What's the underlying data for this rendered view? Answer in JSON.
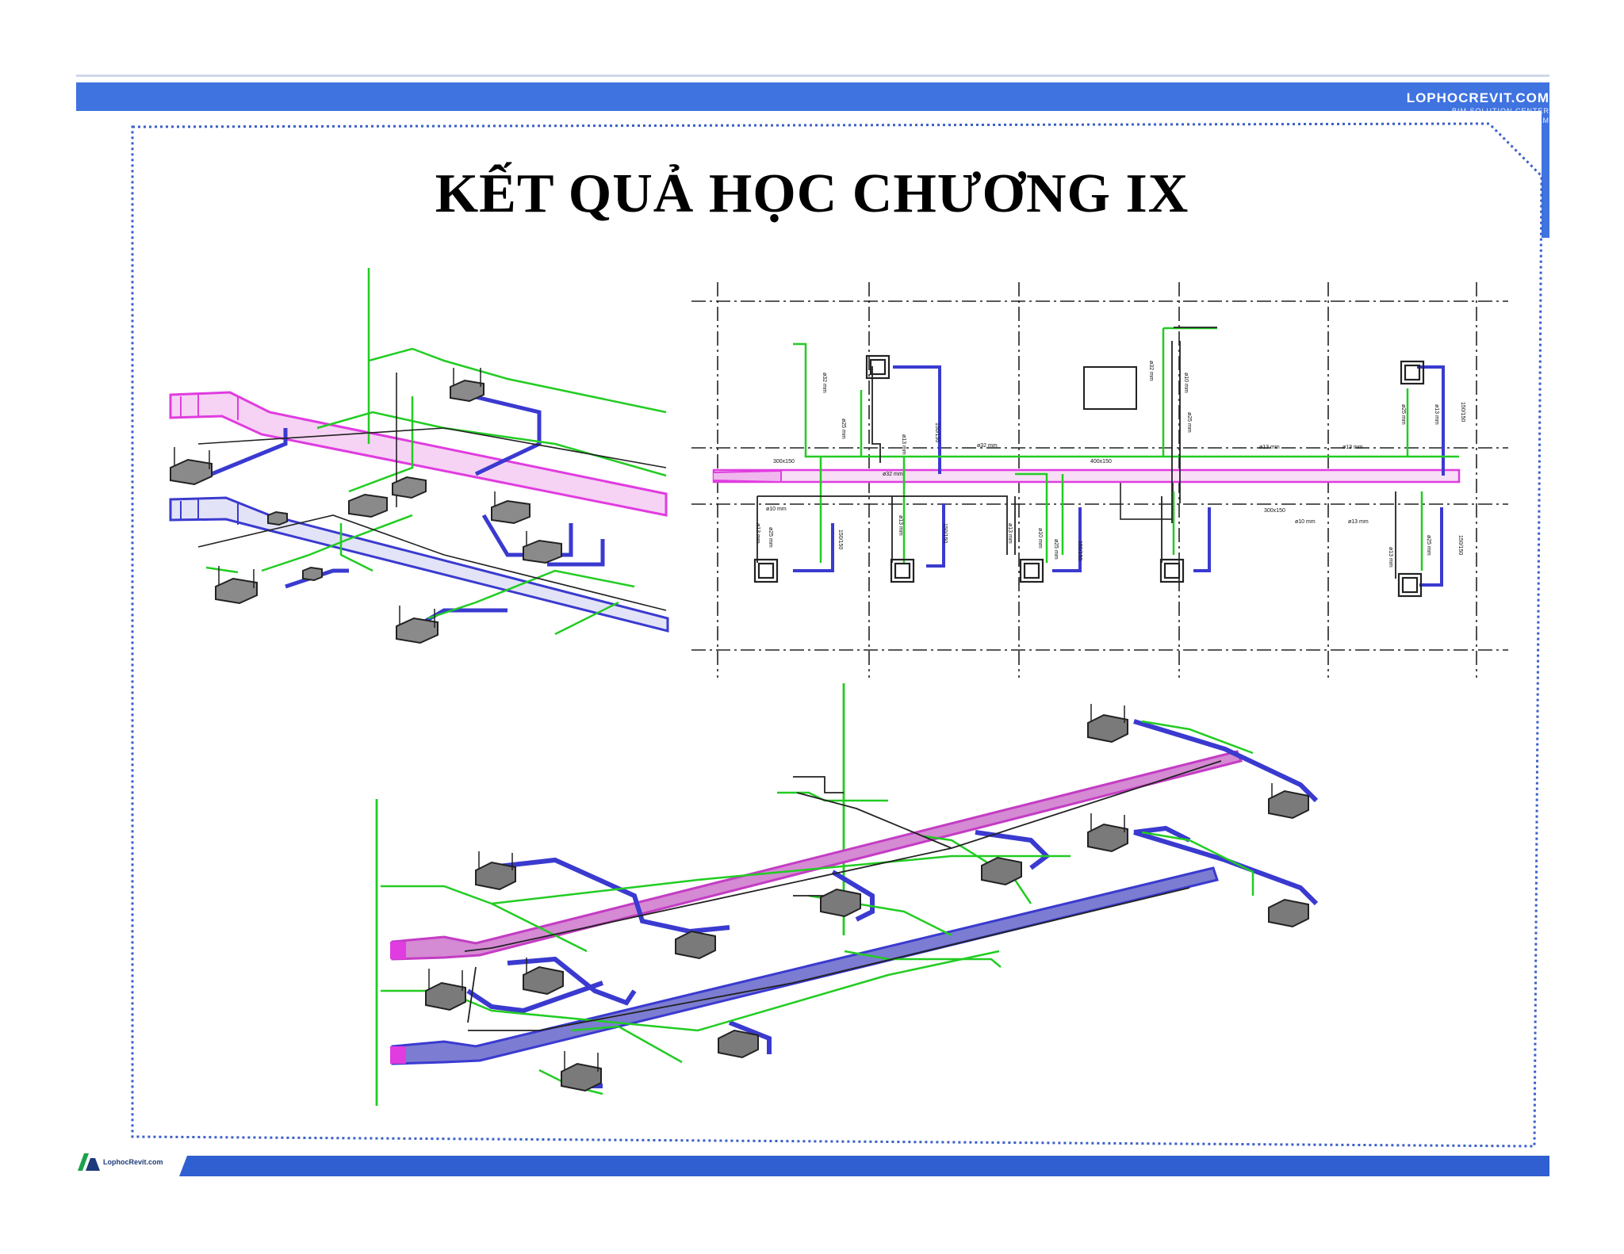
{
  "slide": {
    "title": "KẾT QUẢ HỌC CHƯƠNG IX",
    "brand_name": "LOPHOCREVIT.COM",
    "brand_sub1": "BIM SOLUTION CENTER",
    "brand_sub2": "VIETNAM",
    "footer_logo_text": "LophocRevit.com"
  },
  "colors": {
    "header_bar": "#3f73e0",
    "dotted_border": "#3b5fc9",
    "duct_supply": "#e03ce0",
    "duct_return": "#3a3ad0",
    "pipe_green": "#22cc22",
    "equipment": "#333333"
  },
  "plan": {
    "labels_vertical": [
      "ø32 mm",
      "ø25 mm",
      "ø13 mm",
      "150/150",
      "ø32 mm",
      "ø10 mm",
      "ø25 mm",
      "ø13 mm",
      "150/150",
      "ø25 mm",
      "ø13 mm",
      "150/150",
      "ø13 mm",
      "ø10 mm",
      "ø25 mm",
      "150/150",
      "ø25 mm",
      "ø13 mm",
      "150/150",
      "ø13 mm",
      "ø25 mm",
      "150/150"
    ],
    "labels_horizontal": [
      "300x150",
      "ø32 mm",
      "ø32 mm",
      "400x150",
      "ø13 mm",
      "ø13 mm",
      "ø10 mm",
      "300x150",
      "ø10 mm",
      "ø13 mm"
    ]
  },
  "icons": {
    "footer": "lophocrevit-logo-icon",
    "fan_coil": "fan-coil-unit-icon"
  }
}
